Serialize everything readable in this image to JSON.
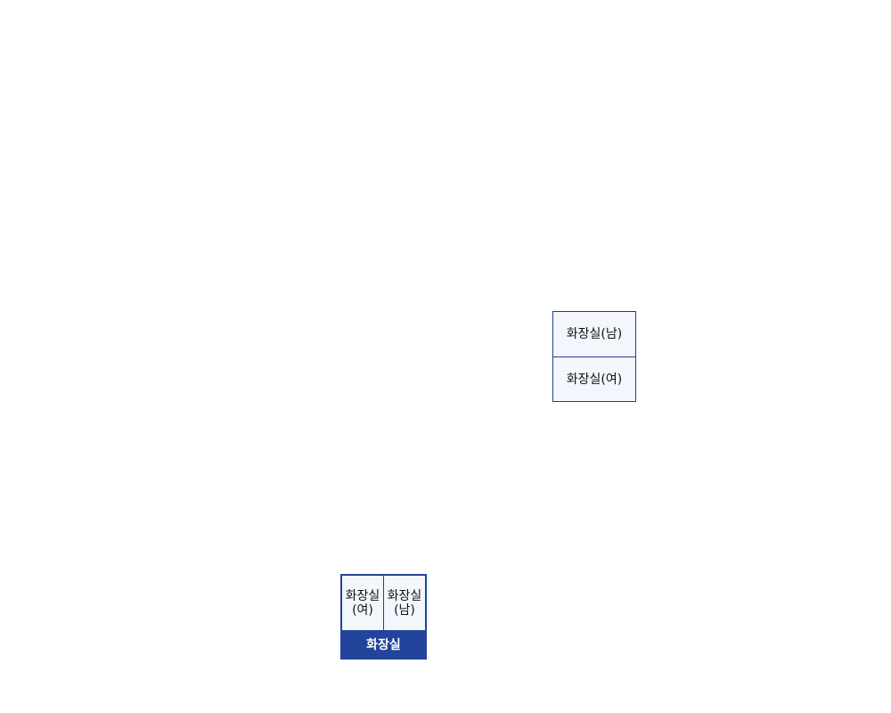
{
  "colors": {
    "border": "#1f3f96",
    "fill": "#f3f6fc",
    "banner": "#22449a",
    "banner_text": "#ffffff"
  },
  "right_cluster": {
    "men": "화장실(남)",
    "women": "화장실(여)"
  },
  "bottom_cluster": {
    "women": "화장실\n(여)",
    "men": "화장실\n(남)",
    "label": "화장실"
  }
}
